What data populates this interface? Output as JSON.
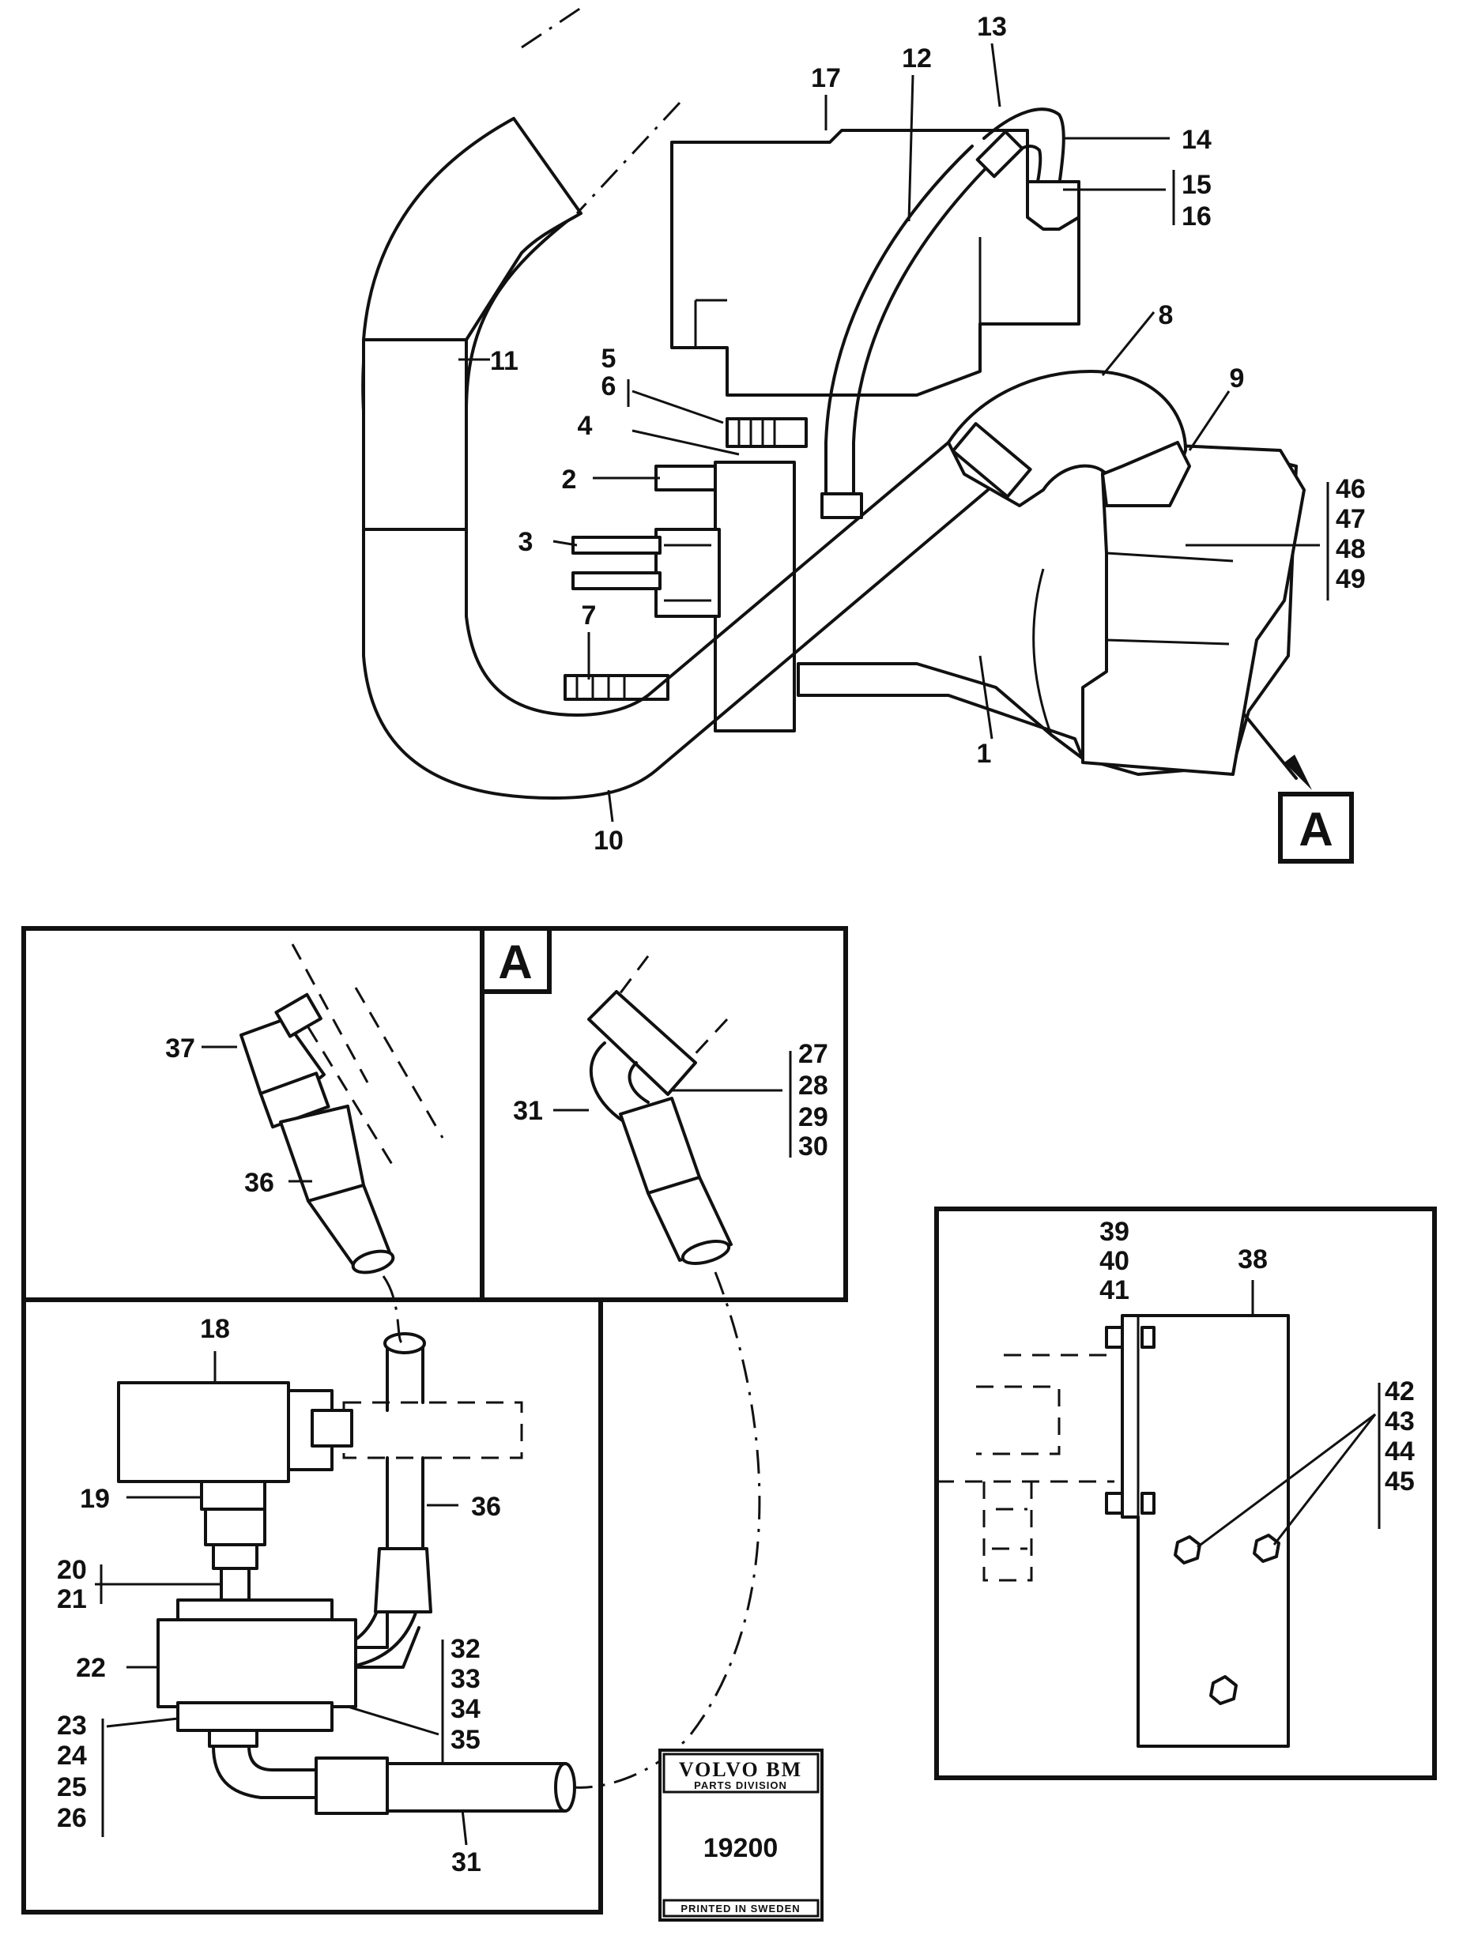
{
  "callouts": {
    "c1": "1",
    "c2": "2",
    "c3": "3",
    "c4": "4",
    "c5": "5",
    "c6": "6",
    "c7": "7",
    "c8": "8",
    "c9": "9",
    "c10": "10",
    "c11": "11",
    "c12": "12",
    "c13": "13",
    "c14": "14",
    "c15": "15",
    "c16": "16",
    "c17": "17",
    "c18": "18",
    "c19": "19",
    "c20": "20",
    "c21": "21",
    "c22": "22",
    "c23": "23",
    "c24": "24",
    "c25": "25",
    "c26": "26",
    "c27": "27",
    "c28": "28",
    "c29": "29",
    "c30": "30",
    "c31a": "31",
    "c31b": "31",
    "c32": "32",
    "c33": "33",
    "c34": "34",
    "c35": "35",
    "c36a": "36",
    "c36b": "36",
    "c37": "37",
    "c38": "38",
    "c39": "39",
    "c40": "40",
    "c41": "41",
    "c42": "42",
    "c43": "43",
    "c44": "44",
    "c45": "45",
    "c46": "46",
    "c47": "47",
    "c48": "48",
    "c49": "49"
  },
  "detail_tag": "A",
  "detail_tag_inset": "A",
  "stamp": {
    "brand": "VOLVO BM",
    "division": "PARTS DIVISION",
    "number": "19200",
    "printed": "PRINTED IN SWEDEN"
  }
}
